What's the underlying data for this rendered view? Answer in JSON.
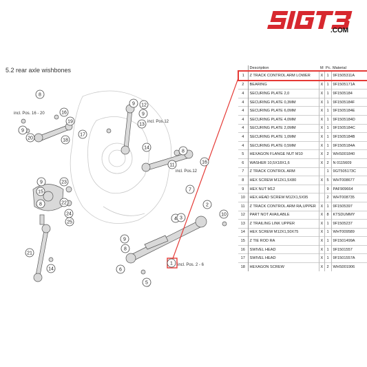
{
  "logo": {
    "text": "SIGTB",
    "sub": ".COM",
    "color": "#d7282f"
  },
  "section": {
    "title": "5.2  rear axle wishbones"
  },
  "diagram": {
    "callouts": [
      {
        "label": "8"
      },
      {
        "label": "16"
      },
      {
        "label": "19"
      },
      {
        "label": "20"
      },
      {
        "label": "17"
      },
      {
        "label": "18"
      },
      {
        "label": "9"
      },
      {
        "label": "9"
      },
      {
        "label": "12"
      },
      {
        "label": "9"
      },
      {
        "label": "13"
      },
      {
        "label": "14"
      },
      {
        "label": "8"
      },
      {
        "label": "16"
      },
      {
        "label": "11"
      },
      {
        "label": "9"
      },
      {
        "label": "23"
      },
      {
        "label": "15"
      },
      {
        "label": "22"
      },
      {
        "label": "8"
      },
      {
        "label": "24"
      },
      {
        "label": "25"
      },
      {
        "label": "21"
      },
      {
        "label": "14"
      },
      {
        "label": "7"
      },
      {
        "label": "2"
      },
      {
        "label": "4"
      },
      {
        "label": "3"
      },
      {
        "label": "10"
      },
      {
        "label": "9"
      },
      {
        "label": "8"
      },
      {
        "label": "6"
      },
      {
        "label": "5"
      },
      {
        "label": "1"
      }
    ],
    "notes": {
      "pos_16_20": "incl. Pos. 16 - 20",
      "pos_12_a": "incl. Pos.12",
      "pos_12_b": "incl. Pos.12",
      "pos_2_6": "incl. Pos. 2 - 6"
    },
    "highlight_color": "#e53935"
  },
  "parts_table": {
    "headers": {
      "idx": "",
      "description": "Description",
      "m": "M",
      "pc": "Pc.",
      "material": "Material"
    },
    "selected_row": 0,
    "rows": [
      {
        "idx": "1",
        "description": "Z TRACK CONTROL ARM LOWER",
        "m": "X",
        "pc": "1",
        "material": "9F1505311A"
      },
      {
        "idx": "2",
        "description": "BEARING",
        "m": "X",
        "pc": "1",
        "material": "9F1505171A"
      },
      {
        "idx": "4",
        "description": "SECURING PLATE 2,0",
        "m": "X",
        "pc": "1",
        "material": "9F1505184"
      },
      {
        "idx": "4",
        "description": "SECURING PLATE 0,3MM",
        "m": "X",
        "pc": "1",
        "material": "9F1505184F"
      },
      {
        "idx": "4",
        "description": "SECURING PLATE 6,0MM",
        "m": "X",
        "pc": "1",
        "material": "9F1505184E"
      },
      {
        "idx": "4",
        "description": "SECURING PLATE 4,0MM",
        "m": "X",
        "pc": "1",
        "material": "9F1505184D"
      },
      {
        "idx": "4",
        "description": "SECURING PLATE 2,0MM",
        "m": "X",
        "pc": "1",
        "material": "9F1505184C"
      },
      {
        "idx": "4",
        "description": "SECURING PLATE 1,0MM",
        "m": "X",
        "pc": "1",
        "material": "9F1505184B"
      },
      {
        "idx": "4",
        "description": "SECURING PLATE 0,5MM",
        "m": "X",
        "pc": "1",
        "material": "9F1505184A"
      },
      {
        "idx": "5",
        "description": "HEXAGON FLANGE NUT M10",
        "m": "X",
        "pc": "2",
        "material": "WHS001840"
      },
      {
        "idx": "6",
        "description": "WASHER 10,5X18X1,6",
        "m": "X",
        "pc": "2",
        "material": "N 0115609"
      },
      {
        "idx": "7",
        "description": "Z TRACK CONTROL ARM",
        "m": "",
        "pc": "1",
        "material": "9GT505173C"
      },
      {
        "idx": "8",
        "description": "HEX SCREW M12X1,5X80",
        "m": "X",
        "pc": "5",
        "material": "WHT008677"
      },
      {
        "idx": "9",
        "description": "HEX NUT M12",
        "m": "",
        "pc": "9",
        "material": "PAF909664"
      },
      {
        "idx": "10",
        "description": "HEX.HEAD SCREW M12X1,5X95",
        "m": "",
        "pc": "2",
        "material": "WHT008735"
      },
      {
        "idx": "11",
        "description": "Z TRACK CONTROL ARM RA,UPPER",
        "m": "X",
        "pc": "1",
        "material": "9F1505397"
      },
      {
        "idx": "12",
        "description": "PART NOT AVAILABLE",
        "m": "X",
        "pc": "8",
        "material": "KTSDUMMY"
      },
      {
        "idx": "13",
        "description": "Z TRAILING LINK UPPER",
        "m": "X",
        "pc": "1",
        "material": "9F1505237"
      },
      {
        "idx": "14",
        "description": "HEX SCREW M12X1,50X75",
        "m": "X",
        "pc": "1",
        "material": "WHT009589"
      },
      {
        "idx": "15",
        "description": "Z TIE ROD RA",
        "m": "X",
        "pc": "1",
        "material": "9F1501499A"
      },
      {
        "idx": "16",
        "description": "SWIVEL HEAD",
        "m": "X",
        "pc": "1",
        "material": "9F1501557"
      },
      {
        "idx": "17",
        "description": "SWIVEL HEAD",
        "m": "X",
        "pc": "1",
        "material": "9F1501557A"
      },
      {
        "idx": "18",
        "description": "HEXAGON SCREW",
        "m": "X",
        "pc": "2",
        "material": "WHS001906"
      }
    ]
  }
}
